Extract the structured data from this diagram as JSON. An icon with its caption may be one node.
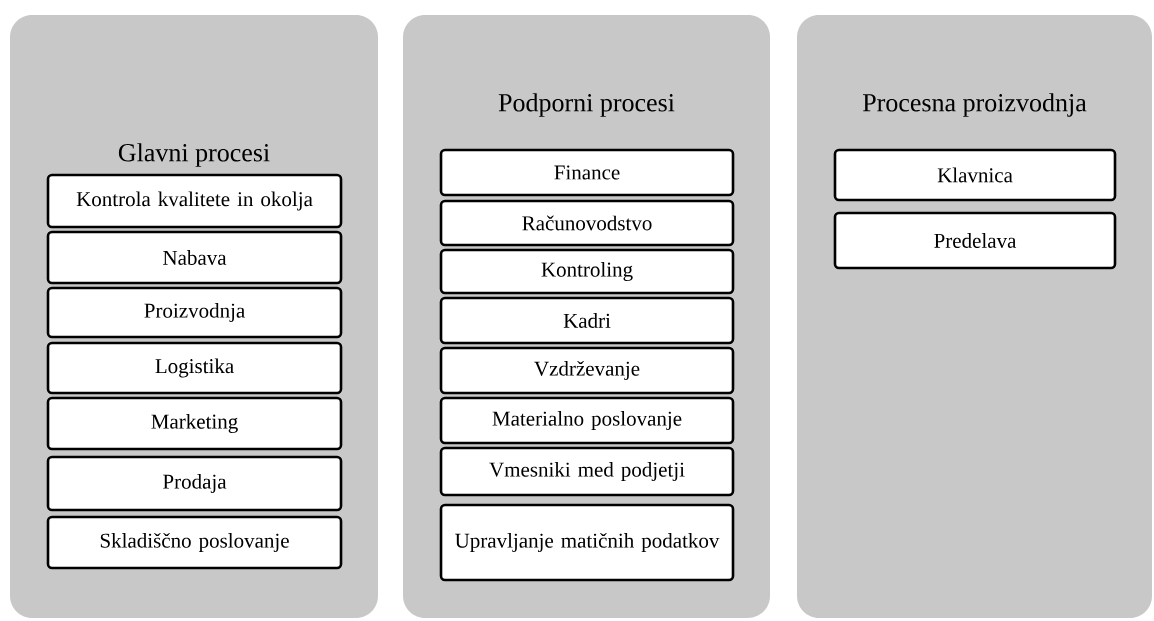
{
  "diagram": {
    "nodes": [
      {
        "text": [
          "Glavni procesi"
        ]
      },
      {
        "text": [
          "Kontrola kvalitete in okolja"
        ],
        "in": 0
      },
      {
        "text": [
          "Nabava"
        ],
        "in": 0
      },
      {
        "text": [
          "Proizvodnja"
        ],
        "in": 0
      },
      {
        "text": [
          "Logistika"
        ],
        "in": 0
      },
      {
        "text": [
          "Marketing"
        ],
        "in": 0
      },
      {
        "text": [
          "Prodaja"
        ],
        "in": 0
      },
      {
        "text": [
          "Skladiščno poslovanje"
        ],
        "in": 0
      },
      {
        "text": [
          "Podporni procesi"
        ]
      },
      {
        "text": [
          "Finance"
        ],
        "in": 8
      },
      {
        "text": [
          "Računovodstvo"
        ],
        "in": 8
      },
      {
        "text": [
          "Kontroling"
        ],
        "in": 8
      },
      {
        "text": [
          "Kadri"
        ],
        "in": 8
      },
      {
        "text": [
          "Vzdrževanje"
        ],
        "in": 8
      },
      {
        "text": [
          "Materialno poslovanje"
        ],
        "in": 8
      },
      {
        "text": [
          "Vmesniki med podjetji"
        ],
        "in": 8
      },
      {
        "text": [
          "Upravljanje matičnih podatkov"
        ],
        "in": 8
      },
      {
        "text": [
          "Procesna proizvodnja"
        ]
      },
      {
        "text": [
          "Klavnica"
        ],
        "in": 17
      },
      {
        "text": [
          "Predelava"
        ],
        "in": 17
      }
    ]
  }
}
